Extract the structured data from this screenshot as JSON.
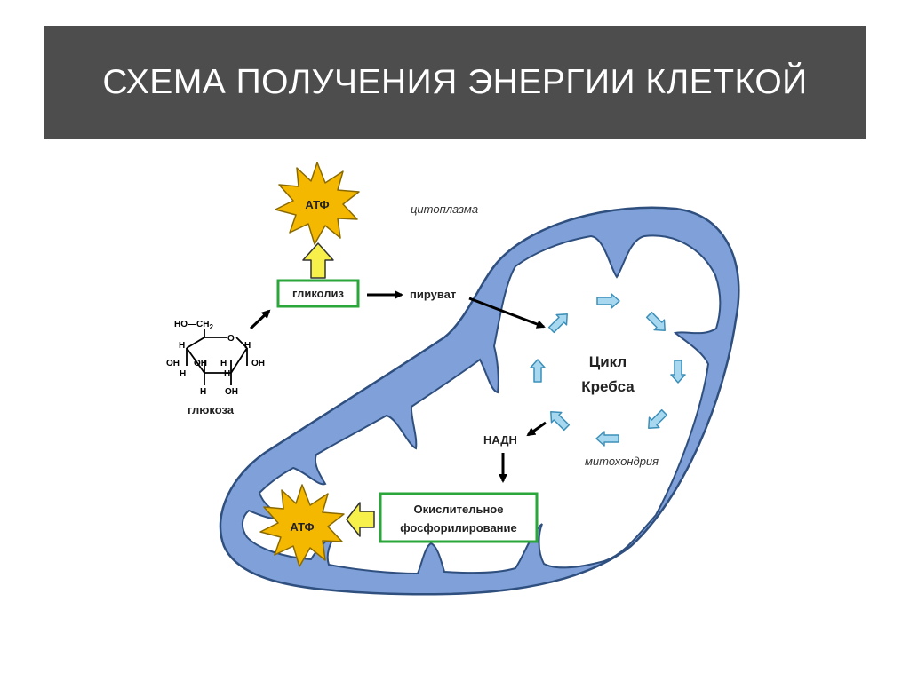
{
  "slide": {
    "title": "СХЕМА ПОЛУЧЕНИЯ ЭНЕРГИИ КЛЕТКОЙ"
  },
  "diagram": {
    "atp_label": "АТФ",
    "cytoplasm_label": "цитоплазма",
    "glycolysis_label": "гликолиз",
    "pyruvate_label": "пируват",
    "glucose_label": "глюкоза",
    "krebs_line1": "Цикл",
    "krebs_line2": "Кребса",
    "nadh_label": "НАДН",
    "mitochondria_label": "митохондрия",
    "oxphos_line1": "Окислительное",
    "oxphos_line2": "фосфорилирование",
    "molecule": {
      "ho_ch2": "HO—CH",
      "ch2_sub": "2",
      "ring_o": "O",
      "h": "H",
      "oh": "OH"
    },
    "colors": {
      "membrane_fill": "#7fa0d8",
      "membrane_stroke": "#2f4f7f",
      "star_fill": "#f5b800",
      "star_stroke": "#8a6a00",
      "box_border": "#2aa63a",
      "up_arrow_fill": "#f7f04a",
      "cycle_arrow_fill": "#a8d8f0",
      "cycle_arrow_stroke": "#3c8fb8"
    }
  }
}
